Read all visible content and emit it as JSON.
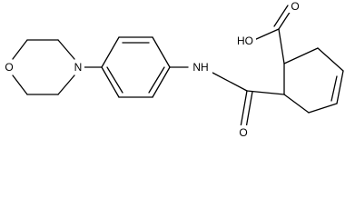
{
  "atom_labels": {
    "morpholine_oxygen": "O",
    "morpholine_nitrogen": "N",
    "amide_nh": "NH",
    "acid_hydroxyl": "HO",
    "acid_carbonyl_oxygen": "O",
    "amide_carbonyl_oxygen": "O"
  }
}
